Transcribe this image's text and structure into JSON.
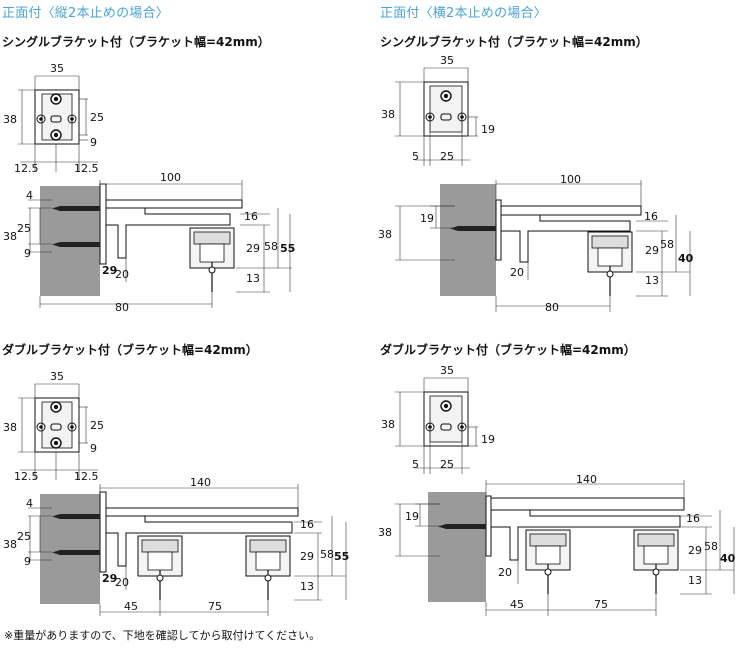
{
  "headers": {
    "left": "正面付〈縦2本止めの場合〉",
    "right": "正面付〈横2本止めの場合〉"
  },
  "subtitles": {
    "single_left": "シングルブラケット付（ブラケット幅=42mm）",
    "single_right": "シングルブラケット付（ブラケット幅=42mm）",
    "double_left": "ダブルブラケット付（ブラケット幅=42mm）",
    "double_right": "ダブルブラケット付（ブラケット幅=42mm）"
  },
  "footnote": "※重量がありますので、下地を確認してから取付けてください。",
  "dims": {
    "w35": "35",
    "h38": "38",
    "d25": "25",
    "d9": "9",
    "d12_5": "12.5",
    "d19": "19",
    "d5": "5",
    "d100": "100",
    "d140": "140",
    "d4": "4",
    "d16": "16",
    "d29": "29",
    "d58": "58",
    "d55": "55",
    "d40": "40",
    "d13": "13",
    "d20": "20",
    "d80": "80",
    "d45": "45",
    "d75": "75"
  }
}
